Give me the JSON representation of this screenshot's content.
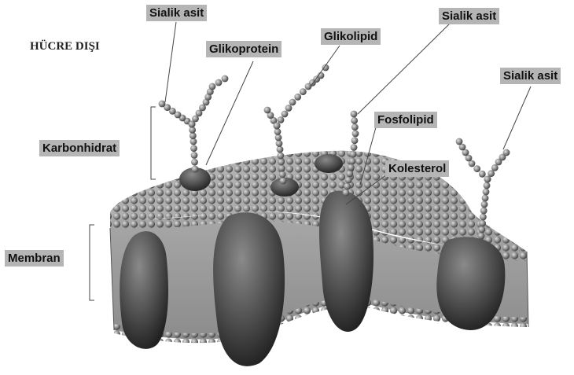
{
  "labels": {
    "outside": "HÜCRE DIŞI",
    "sialik1": "Sialik asit",
    "glikoprotein": "Glikoprotein",
    "glikolipid": "Glikolipid",
    "sialik2": "Sialik asit",
    "sialik3": "Sialik asit",
    "fosfolipid": "Fosfolipid",
    "kolesterol": "Kolesterol",
    "karbonhidrat": "Karbonhidrat",
    "membran": "Membran"
  },
  "colors": {
    "label_bg": "#b5b5b5",
    "bead": "#6a6a6a",
    "protein": "#3a3a3a",
    "membrane_body": "#9a9a9a"
  }
}
